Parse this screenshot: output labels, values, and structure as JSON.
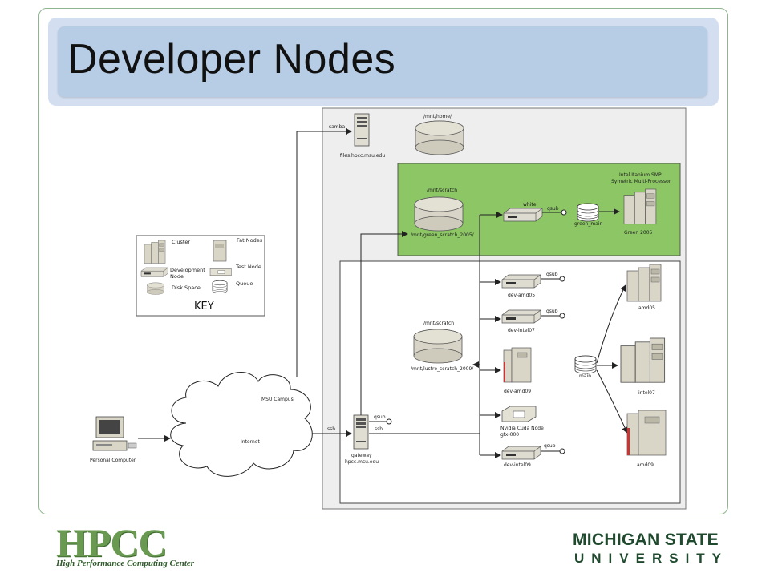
{
  "slide": {
    "title": "Developer Nodes"
  },
  "key": {
    "heading": "KEY",
    "cluster": "Cluster",
    "fat_nodes": "Fat Nodes",
    "development_node_1": "Development",
    "development_node_2": "Node",
    "test_node": "Test Node",
    "disk_space": "Disk Space",
    "queue": "Queue"
  },
  "nodes": {
    "files_server": "files.hpcc.msu.edu",
    "mnt_home": "/mnt/home/",
    "mnt_scratch_green": "/mnt/scratch",
    "green_scratch_path": "/mnt/green_scratch_2005/",
    "white": "white",
    "green_main": "green_main",
    "green_title_1": "Intel Itanium SMP",
    "green_title_2": "Symetric Multi-Processor",
    "green_2005": "Green 2005",
    "mnt_scratch_lustre": "/mnt/scratch",
    "lustre_path": "/mnt/lustre_scratch_2009/",
    "dev_amd05": "dev-amd05",
    "dev_intel07": "dev-intel07",
    "dev_amd09": "dev-amd09",
    "cuda_1": "Nvidia Cuda Node",
    "cuda_2": "gfx-000",
    "dev_intel09": "dev-intel09",
    "main": "main",
    "amd05": "amd05",
    "intel07": "intel07",
    "amd09": "amd09",
    "gateway_1": "gateway",
    "gateway_2": "hpcc.msu.edu",
    "msu_campus": "MSU Campus",
    "internet": "Internet",
    "personal_computer": "Personal Computer"
  },
  "links": {
    "samba": "samba",
    "ssh": "ssh",
    "qsub": "qsub"
  },
  "footer": {
    "hpcc_logo": "HPCC",
    "hpcc_subtitle": "High Performance Computing Center",
    "msu_line1": "MICHIGAN STATE",
    "msu_line2": "UNIVERSITY"
  },
  "colors": {
    "title_bar": "#b7cde6",
    "green_zone": "#8cc665",
    "outer_zone": "#eeeeee",
    "accent_red": "#cc3333"
  }
}
